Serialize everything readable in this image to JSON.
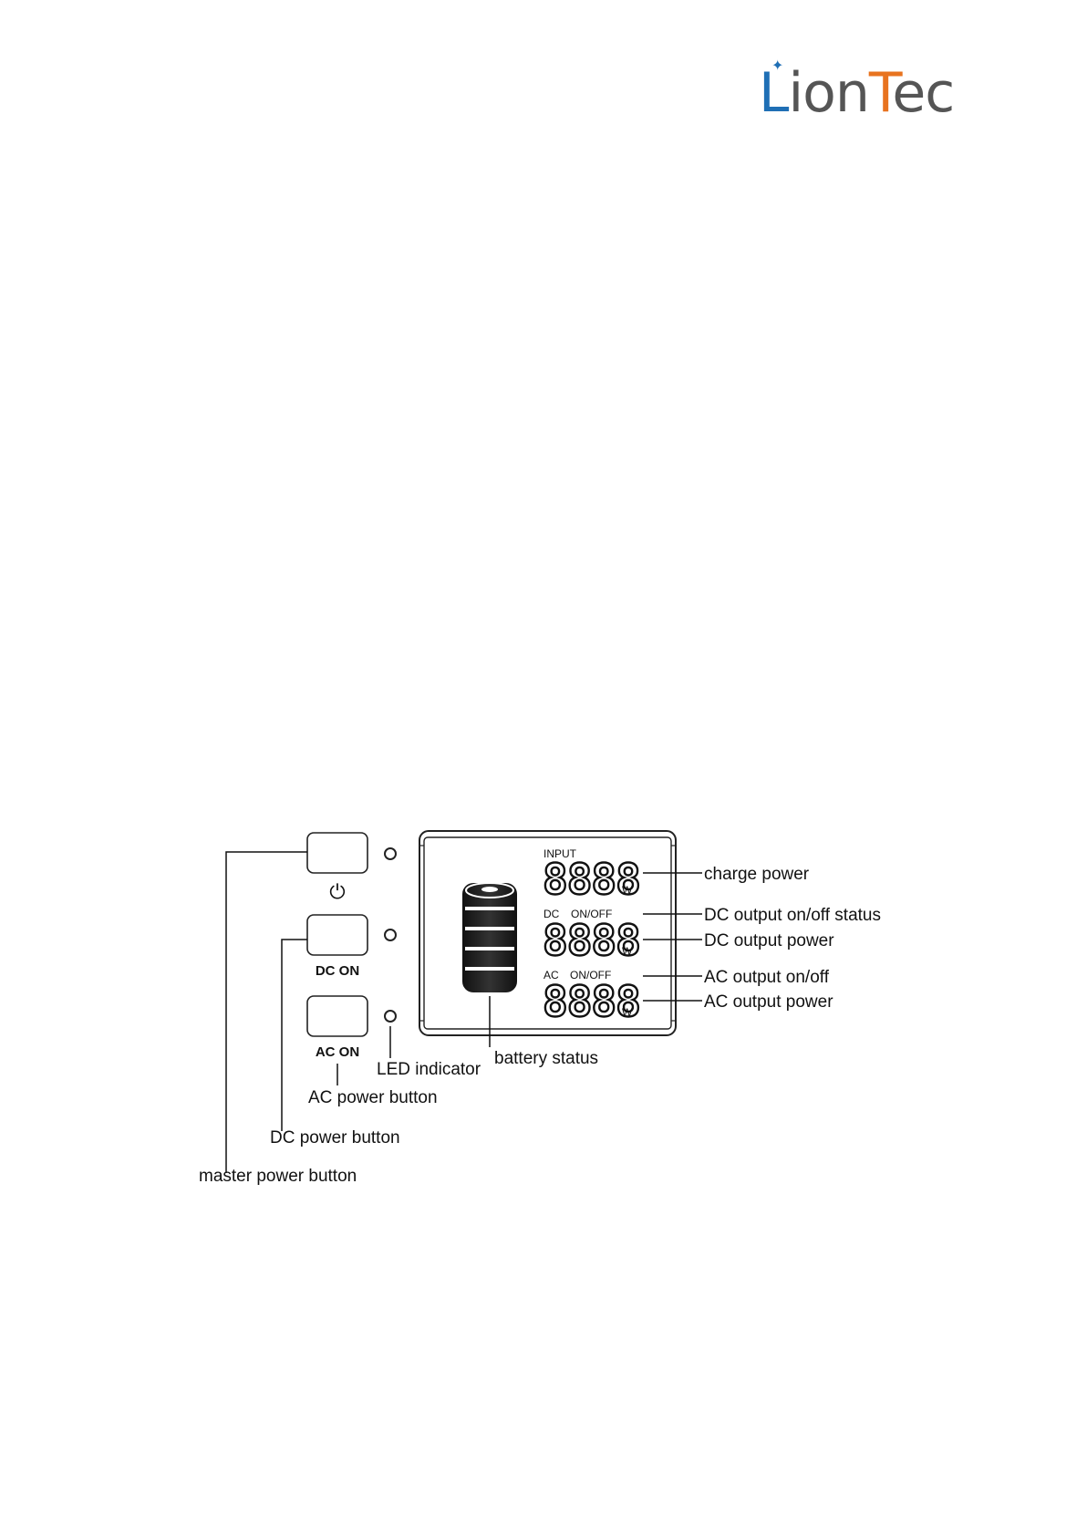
{
  "logo": {
    "part1": "L",
    "part2": "ion",
    "part3": "T",
    "part4": "ec"
  },
  "buttons": {
    "master_symbol": "⏻",
    "dc_label": "DC ON",
    "ac_label": "AC ON"
  },
  "lcd": {
    "input_label": "INPUT",
    "dc_label": "DC",
    "dc_status": "ON/OFF",
    "ac_label": "AC",
    "ac_status": "ON/OFF",
    "digits": "8888",
    "unit": "W"
  },
  "callouts": {
    "charge_power": "charge power",
    "dc_output_status": "DC output on/off status",
    "dc_output_power": "DC output power",
    "ac_output_onoff": "AC output on/off",
    "ac_output_power": "AC output power",
    "battery_status": "battery status",
    "led_indicator": "LED indicator",
    "ac_power_button": "AC power button",
    "dc_power_button": "DC power button",
    "master_power_button": "master power button"
  }
}
